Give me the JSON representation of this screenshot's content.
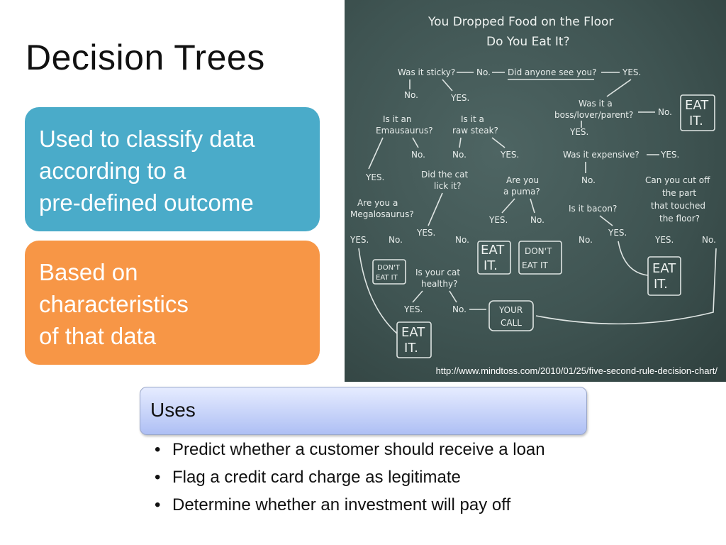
{
  "slide": {
    "title": "Decision Trees",
    "box_blue": [
      "Used to classify data",
      "according to a",
      "pre-defined outcome"
    ],
    "box_orange": [
      "Based on",
      "characteristics",
      "of that data"
    ],
    "uses_heading": "Uses",
    "bullets": [
      "Predict whether a customer should receive a loan",
      "Flag a credit card charge as legitimate",
      "Determine whether an investment will pay off"
    ]
  },
  "image": {
    "credit": "http://www.mindtoss.com/2010/01/25/five-second-rule-decision-chart/",
    "chart_title": [
      "You Dropped Food on the Floor",
      "Do You Eat It?"
    ],
    "labels": {
      "sticky": "Was it sticky?",
      "anyone": "Did anyone see you?",
      "boss": [
        "Was it a",
        "boss/lover/parent?"
      ],
      "emausaurus": [
        "Is it an",
        "Emausaurus?"
      ],
      "steak": [
        "Is it a",
        "raw steak?"
      ],
      "expensive": "Was it expensive?",
      "cat_lick": [
        "Did the cat",
        "lick it?"
      ],
      "puma": [
        "Are you",
        "a puma?"
      ],
      "megalosaurus": [
        "Are you a",
        "Megalosaurus?"
      ],
      "bacon": "Is it bacon?",
      "cut_off": [
        "Can you cut off",
        "the part",
        "that touched",
        "the floor?"
      ],
      "cat_healthy": [
        "Is your cat",
        "healthy?"
      ],
      "yes": "YES.",
      "no": "No.",
      "eat_it": [
        "EAT",
        "IT."
      ],
      "dont_eat": [
        "DON'T",
        "EAT IT"
      ],
      "your_call": [
        "YOUR",
        "CALL"
      ]
    }
  }
}
